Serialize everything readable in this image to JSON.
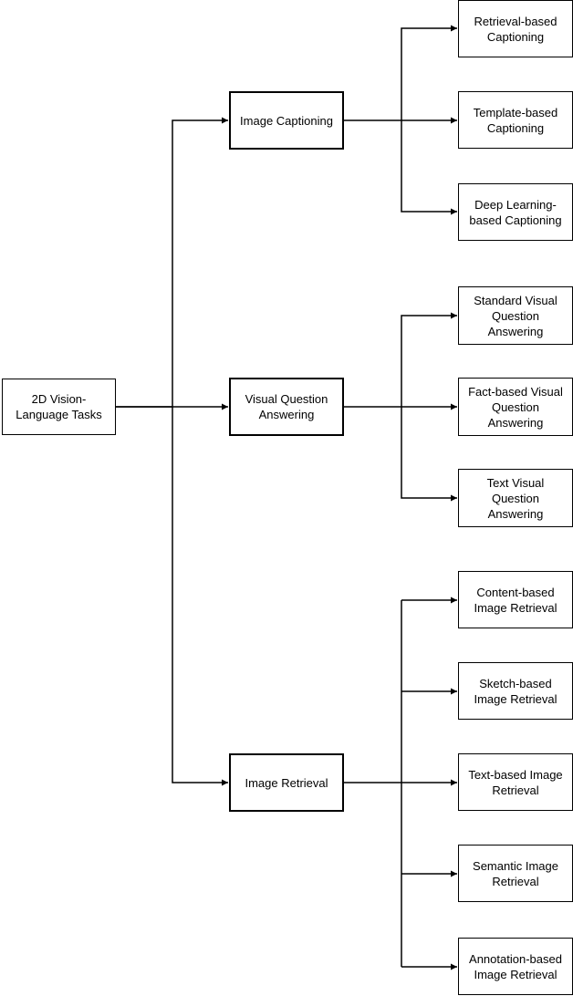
{
  "root": {
    "label": "2D Vision-\nLanguage Tasks"
  },
  "categories": [
    {
      "label": "Image Captioning",
      "children": [
        "Retrieval-based\nCaptioning",
        "Template-based\nCaptioning",
        "Deep Learning-\nbased Captioning"
      ]
    },
    {
      "label": "Visual Question\nAnswering",
      "children": [
        "Standard Visual\nQuestion\nAnswering",
        "Fact-based Visual\nQuestion\nAnswering",
        "Text Visual\nQuestion\nAnswering"
      ]
    },
    {
      "label": "Image Retrieval",
      "children": [
        "Content-based\nImage Retrieval",
        "Sketch-based\nImage Retrieval",
        "Text-based Image\nRetrieval",
        "Semantic Image\nRetrieval",
        "Annotation-based\nImage Retrieval"
      ]
    }
  ]
}
